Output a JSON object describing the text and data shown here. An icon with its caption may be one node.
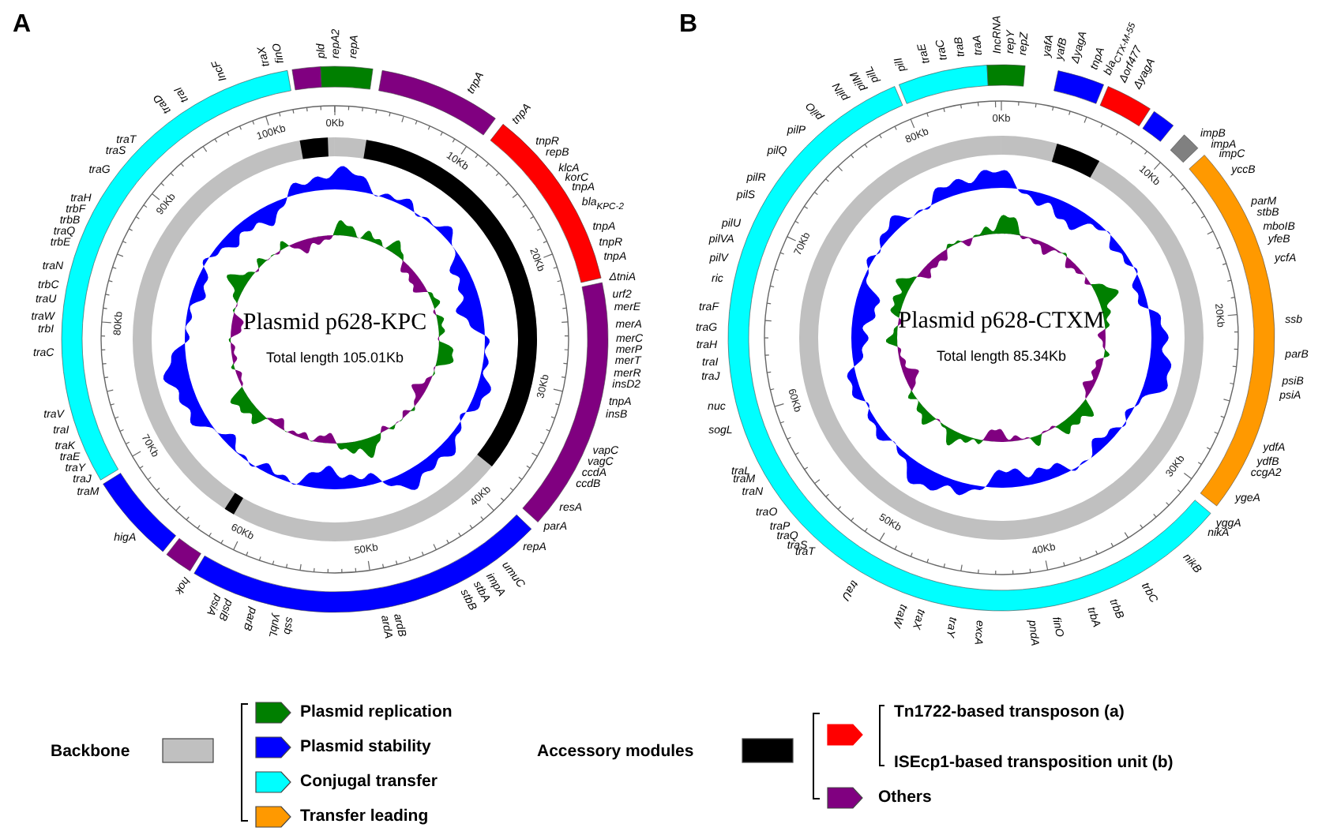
{
  "diagram": {
    "labels": [
      "A",
      "Plasmid p628-KPC",
      "Total length 105.01Kb",
      "0Kb",
      "10Kb",
      "20Kb",
      "30Kb",
      "40Kb",
      "50Kb",
      "60Kb",
      "70Kb",
      "80Kb",
      "90Kb",
      "100Kb",
      "repA2",
      "repA",
      "tnpA",
      "tnpA",
      "tnpR",
      "repB",
      "klcA",
      "korC",
      "tnpA",
      "bla$_{KPC-2}$",
      "tnpA",
      "tnpR",
      "tnpA",
      "ΔtniA",
      "urf2",
      "merE",
      "merA",
      "merC",
      "merP",
      "merT",
      "merR",
      "insD2",
      "tnpA",
      "insB",
      "vapC",
      "vagC",
      "ccdA",
      "ccdB",
      "resA",
      "parA",
      "repA",
      "umuC",
      "impA",
      "stbA",
      "stbB",
      "ardB",
      "ardA",
      "ssb",
      "yubL",
      "parB",
      "psiB",
      "psiA",
      "hok",
      "higA",
      "traM",
      "traJ",
      "traY",
      "traE",
      "traK",
      "traI",
      "traV",
      "traC",
      "trbI",
      "traW",
      "traU",
      "trbC",
      "traN",
      "trbE",
      "traQ",
      "trbB",
      "trbF",
      "traH",
      "traG",
      "traS",
      "traT",
      "traD",
      "traI",
      "IncF",
      "traX",
      "finO",
      "pld",
      "B",
      "Plasmid p628-CTXM",
      "Total length 85.34Kb",
      "0Kb",
      "10Kb",
      "20Kb",
      "30Kb",
      "40Kb",
      "50Kb",
      "60Kb",
      "70Kb",
      "80Kb",
      "repY",
      "repZ",
      "yafA",
      "yafB",
      "ΔyagA",
      "tnpA",
      "bla$_{CTX-M-55}$",
      "Δorf477",
      "ΔyagA",
      "impB",
      "impA",
      "impC",
      "yccB",
      "parM",
      "stbB",
      "mboIB",
      "yfeB",
      "ycfA",
      "ssb",
      "parB",
      "psiB",
      "psiA",
      "ydfA",
      "ydfB",
      "ccgA2",
      "ygeA",
      "yggA",
      "nikA",
      "nikB",
      "trbC",
      "trbB",
      "trbA",
      "finO",
      "pndA",
      "excA",
      "traY",
      "traX",
      "traW",
      "traU",
      "traT",
      "traS",
      "traQ",
      "traP",
      "traO",
      "traN",
      "traM",
      "traL",
      "sogL",
      "nuc",
      "traJ",
      "traI",
      "traH",
      "traG",
      "traF",
      "ric",
      "pilV",
      "pilVA",
      "pilU",
      "pilS",
      "pilR",
      "pilQ",
      "pilP",
      "pilO",
      "pilN",
      "pilM",
      "pilL",
      "pilI",
      "traE",
      "traC",
      "traB",
      "traA",
      "IncRNA"
    ],
    "legend": [
      {
        "text": "Backbone",
        "color": "#c0c0c0"
      },
      {
        "text": "Plasmid replication",
        "color": "#007f00"
      },
      {
        "text": "Plasmid stability",
        "color": "#0000ff"
      },
      {
        "text": "Conjugal transfer",
        "color": "#00ffff"
      },
      {
        "text": "Transfer leading",
        "color": "#ff9900"
      },
      {
        "text": "Accessory modules",
        "color": "#000000"
      },
      {
        "text": "Tn1722-based transposon (a)",
        "color": "#ff0000"
      },
      {
        "text": "ISEcp1-based transposition unit (b)",
        "color": "#ff0000"
      },
      {
        "text": "Others",
        "color": "#800080"
      }
    ]
  }
}
